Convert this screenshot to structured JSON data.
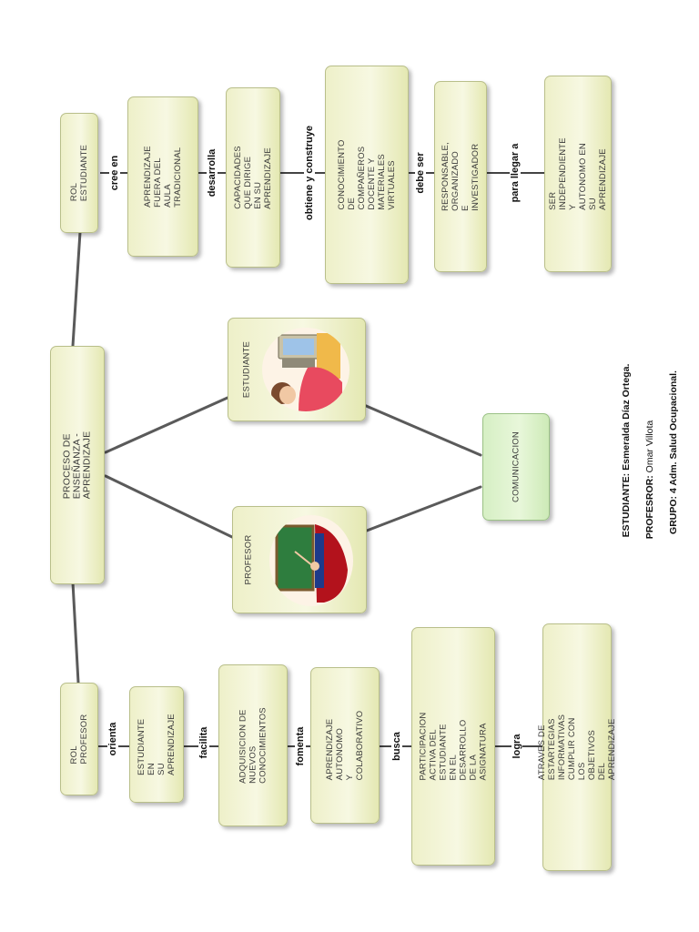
{
  "nodes": {
    "central": "PROCESO DE ENSEÑANZA - APRENDIZAJE",
    "rol_estudiante": "ROL ESTUDIANTE",
    "rol_profesor": "ROL PROFESOR",
    "estudiante": "ESTUDIANTE",
    "profesor": "PROFESOR",
    "comunicacion": "COMUNICACION",
    "aprendizaje_fuera": "APRENDIZAJE FUERA DEL\nAULA TRADICIONAL",
    "capacidades": "CAPACIDADES QUE DIRIGE\nEN SU APRENDIZAJE",
    "conocimiento": "CONOCIMIENTO DE COMPAÑEROS\nDOCENTE Y MATERIALES VIRTUALES",
    "responsable": "RESPONSABLE, ORGANIZADO\nE INVESTIGADOR",
    "ser_independiente": "SER INDEPENDIENTE Y\nAUTONOMO EN SU APRENDIZAJE",
    "estudiante_en": "ESTUDIANTE EN\nSU APRENDIZAJE",
    "adquisicion": "ADQUISICION DE NUEVOS\nCONOCIMIENTOS",
    "aprendizaje_autonomo": "APRENDIZAJE AUTONOMO\nY COLABORATIVO",
    "participacion": "PARTICIPACION ACTIVA DEL ESTUDIANTE\nEN EL DESARROLLO DE LA ASIGNATURA",
    "atraves": "ATRAVES DE ESTARTEGIAS INFORMATIVAS\nCUMPLIR CON LOS OBJETIVOS DEL\nAPRENDIZAJE"
  },
  "links": {
    "cree_en": "cree en",
    "desarrolla": "desarrolla",
    "obtiene": "obtiene y construye",
    "debe_ser": "debe ser",
    "para_llegar": "para llegar a",
    "orienta": "orienta",
    "facilita": "facilita",
    "fomenta": "fomenta",
    "busca": "busca",
    "logra": "logra"
  },
  "credits": {
    "student_label": "ESTUDIANTE:",
    "student_value": " Esmeralda Díaz Ortega.",
    "teacher_label": "PROFESROR:",
    "teacher_value": " Omar Villota",
    "group_label": "GRUPO:",
    "group_value": " 4 Adm. Salud Ocupacional."
  },
  "icons": [
    "student-computer-icon",
    "teacher-blackboard-icon"
  ],
  "colors": {
    "node": "#f2f4d4",
    "comunicacion": "#dff3cf",
    "line": "#555555"
  }
}
